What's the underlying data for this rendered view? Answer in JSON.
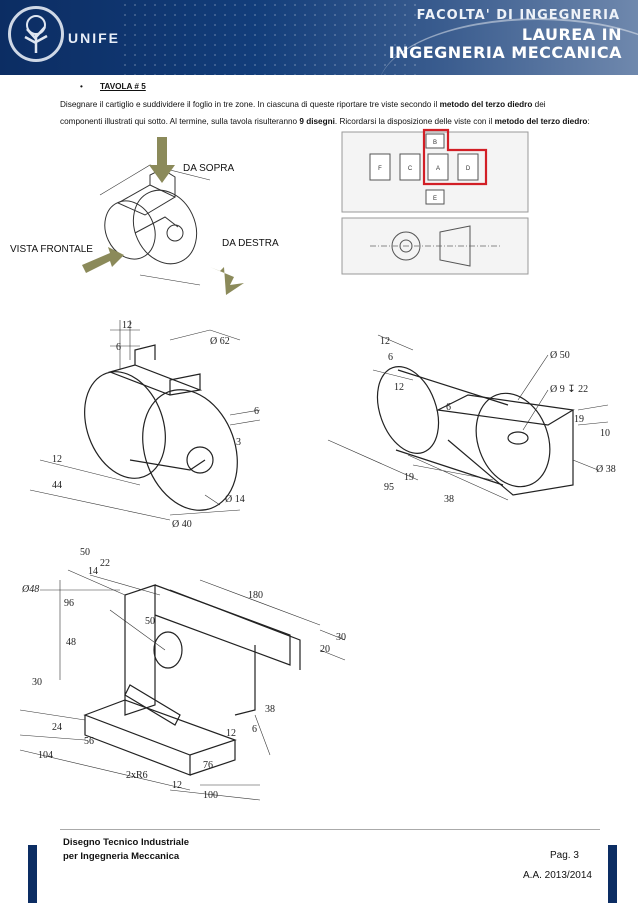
{
  "header": {
    "logo_text": "UNIFE",
    "faculty": "FACOLTA' DI INGEGNERIA",
    "laurea_line1": "LAUREA IN",
    "laurea_line2": "INGEGNERIA MECCANICA"
  },
  "task": {
    "bullet": "•",
    "title": "TAVOLA # 5",
    "text_part1": "Disegnare il cartiglio e suddividere il foglio in tre zone. In ciascuna di queste riportare tre viste secondo il ",
    "text_bold1": "metodo del terzo diedro",
    "text_part2": " dei componenti illustrati qui sotto. Al termine, sulla tavola risulteranno ",
    "text_bold2": "9 disegni",
    "text_part3": ". Ricordarsi la disposizione delle viste con il ",
    "text_bold3": "metodo del terzo diedro",
    "text_part4": ":"
  },
  "example": {
    "from_above": "DA SOPRA",
    "from_right": "DA DESTRA",
    "front_view": "VISTA FRONTALE",
    "view_letters": [
      "B",
      "F",
      "C",
      "A",
      "D",
      "E"
    ]
  },
  "part1": {
    "dims": [
      "12",
      "6",
      "Ø 62",
      "6",
      "3",
      "12",
      "44",
      "Ø 14",
      "Ø 40"
    ]
  },
  "part2": {
    "dims": [
      "12",
      "6",
      "12",
      "6",
      "Ø 50",
      "Ø 9 ↧ 22",
      "19",
      "10",
      "Ø 38",
      "95",
      "19",
      "38"
    ]
  },
  "part3": {
    "dims": [
      "50",
      "22",
      "14",
      "Ø48",
      "96",
      "48",
      "50",
      "180",
      "30",
      "20",
      "30",
      "24",
      "56",
      "104",
      "38",
      "6",
      "12",
      "2xR6",
      "76",
      "12",
      "100"
    ]
  },
  "footer": {
    "course_line1": "Disegno Tecnico Industriale",
    "course_line2": "per Ingegneria Meccanica",
    "page": "Pag. 3",
    "year": "A.A. 2013/2014"
  },
  "colors": {
    "header_blue": "#0c2d63",
    "highlight_red": "#d21f26",
    "arrow_olive": "#8b8a5a"
  }
}
